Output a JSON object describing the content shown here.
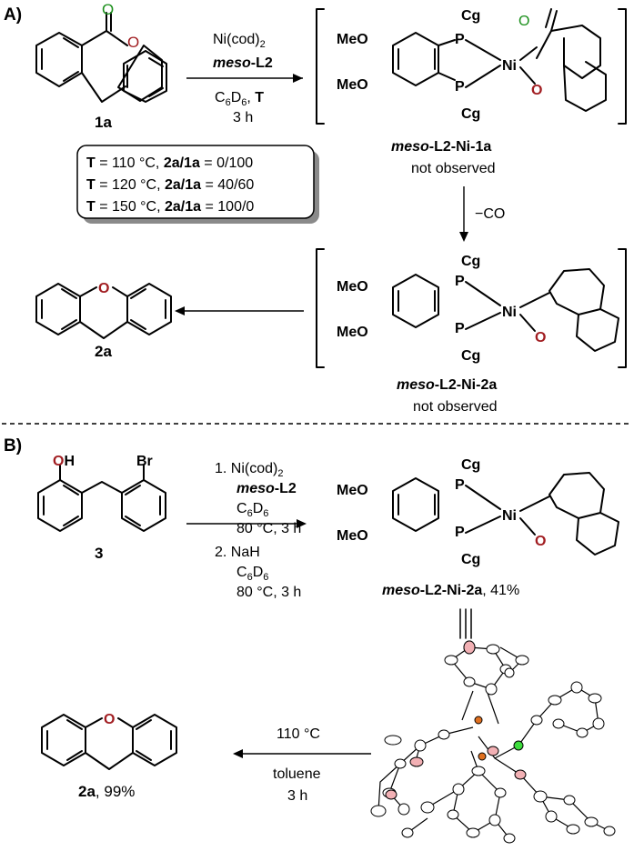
{
  "section_a": {
    "label": "A)",
    "reagents": {
      "line1": "Ni(cod)",
      "line1_sub": "2",
      "line2": "meso",
      "line2_rest": "-L2",
      "line3_a": "C",
      "line3_s1": "6",
      "line3_b": "D",
      "line3_s2": "6",
      "line3_c": ", ",
      "line3_t": "T",
      "line4": "3 h"
    },
    "compound_1a": "1a",
    "compound_2a": "2a",
    "table": [
      {
        "T": "T",
        "val": " = 110 °C, ",
        "ratio": "2a/1a",
        "res": " = 0/100"
      },
      {
        "T": "T",
        "val": " = 120 °C, ",
        "ratio": "2a/1a",
        "res": " = 40/60"
      },
      {
        "T": "T",
        "val": " = 150 °C, ",
        "ratio": "2a/1a",
        "res": " = 100/0"
      }
    ],
    "int1": {
      "meso": "meso",
      "rest": "-L2-Ni-1a",
      "status": "not observed"
    },
    "int2": {
      "meso": "meso",
      "rest": "-L2-Ni-2a",
      "status": "not observed"
    },
    "minus_co": "−CO"
  },
  "section_b": {
    "label": "B)",
    "compound_3": "3",
    "step1": {
      "num": "1. Ni(cod)",
      "sub": "2",
      "meso": "meso",
      "rest": "-L2",
      "solv_a": "C",
      "s1": "6",
      "solv_b": "D",
      "s2": "6",
      "cond": "80 °C, 3 h"
    },
    "step2": {
      "num": "2. NaH",
      "solv_a": "C",
      "s1": "6",
      "solv_b": "D",
      "s2": "6",
      "cond": "80 °C, 3 h"
    },
    "product": {
      "meso": "meso",
      "rest": "-L2-Ni-2a",
      "yield": ", 41%"
    },
    "final": {
      "temp": "110 °C",
      "solvent": "toluene",
      "time": "3 h",
      "name": "2a",
      "yield": ", 99%"
    }
  },
  "atoms": {
    "meo": "MeO",
    "cg": "Cg",
    "p": "P",
    "ni": "Ni",
    "o": "O",
    "oh": "OH",
    "br": "Br"
  },
  "colors": {
    "oxygen": "#a11d21",
    "carbonyl": "#1a8f1a",
    "ni_ortep": "#3ddc3d",
    "p_ortep": "#e07020"
  }
}
